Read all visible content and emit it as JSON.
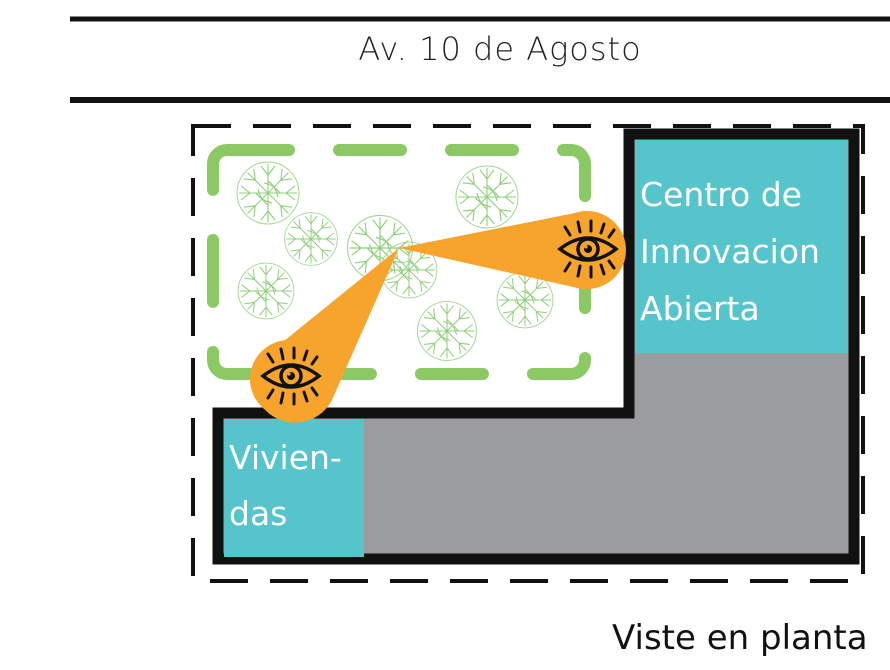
{
  "street": {
    "name": "Av. 10 de Agosto"
  },
  "blocks": {
    "centro": {
      "line1": "Centro de",
      "line2": "Innovacion",
      "line3": "Abierta"
    },
    "viviendas": {
      "line1": "Vivien-",
      "line2": "das"
    }
  },
  "caption": "Viste en planta",
  "colors": {
    "teal": "#56c4cb",
    "gray": "#9a9c9f",
    "orange": "#f6a42b",
    "green_dash": "#8ac964",
    "tree_stroke": "#8fcf7a",
    "outline": "#111111"
  },
  "icons": [
    "eye-icon",
    "tree-icon"
  ]
}
